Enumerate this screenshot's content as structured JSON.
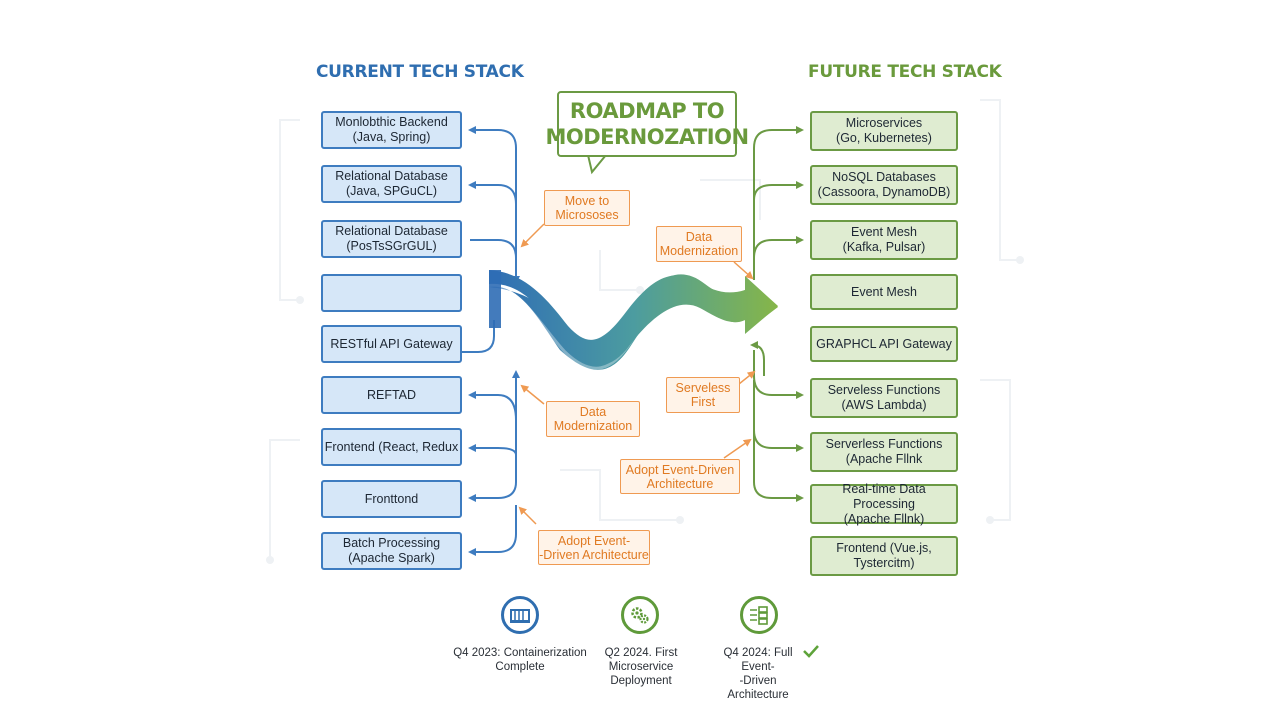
{
  "left_heading": "CURRENT TECH STACK",
  "right_heading": "FUTURE TECH STACK",
  "title": "ROADMAP TO\nMODERNOZATION",
  "current_stack": [
    {
      "label": "Monlobthic Backend\n(Java, Spring)"
    },
    {
      "label": "Relational Database\n(Java, SPGuCL)"
    },
    {
      "label": "Relational Database\n(PosTsSGrGUL)"
    },
    {
      "label": ""
    },
    {
      "label": "RESTful API Gateway"
    },
    {
      "label": "REFTAD"
    },
    {
      "label": "Frontend (React, Redux"
    },
    {
      "label": "Fronttond"
    },
    {
      "label": "Batch Processing\n(Apache Spark)"
    }
  ],
  "future_stack": [
    {
      "label": "Microservices\n(Go, Kubernetes)"
    },
    {
      "label": "NoSQL Databases\n(Cassoora, DynamoDB)"
    },
    {
      "label": "Event Mesh\n(Kafka, Pulsar)"
    },
    {
      "label": "Event Mesh"
    },
    {
      "label": "GRAPHCL API Gateway"
    },
    {
      "label": "Serveless Functions\n(AWS Lambda)"
    },
    {
      "label": "Serverless Functions\n(Apache Fllnk"
    },
    {
      "label": "Real-time Data Processing\n(Apache Fllnk)"
    },
    {
      "label": "Frontend (Vue.js,\nTystercitm)"
    }
  ],
  "strategies": [
    {
      "label": "Move to\nMicrososes"
    },
    {
      "label": "Data\nModernization"
    },
    {
      "label": "Data\nModernization"
    },
    {
      "label": "Serveless\nFirst"
    },
    {
      "label": "Adopt Event-Driven\nArchitecture"
    },
    {
      "label": "Adopt Event-\n-Driven Architecture"
    }
  ],
  "milestones": [
    {
      "label": "Q4 2023: Containerization\nComplete",
      "icon": "container-icon",
      "color": "#2f6eb0"
    },
    {
      "label": "Q2 2024. First Microservice\nDeployment",
      "icon": "gears-icon",
      "color": "#5f9a3a"
    },
    {
      "label": "Q4 2024: Full Event-\n-Driven Architecture",
      "icon": "event-flow-icon",
      "color": "#5f9a3a"
    }
  ],
  "colors": {
    "current": "#3e7cc0",
    "future": "#6b9a44",
    "strategy": "#ef9a52",
    "check": "#5ea33a"
  }
}
